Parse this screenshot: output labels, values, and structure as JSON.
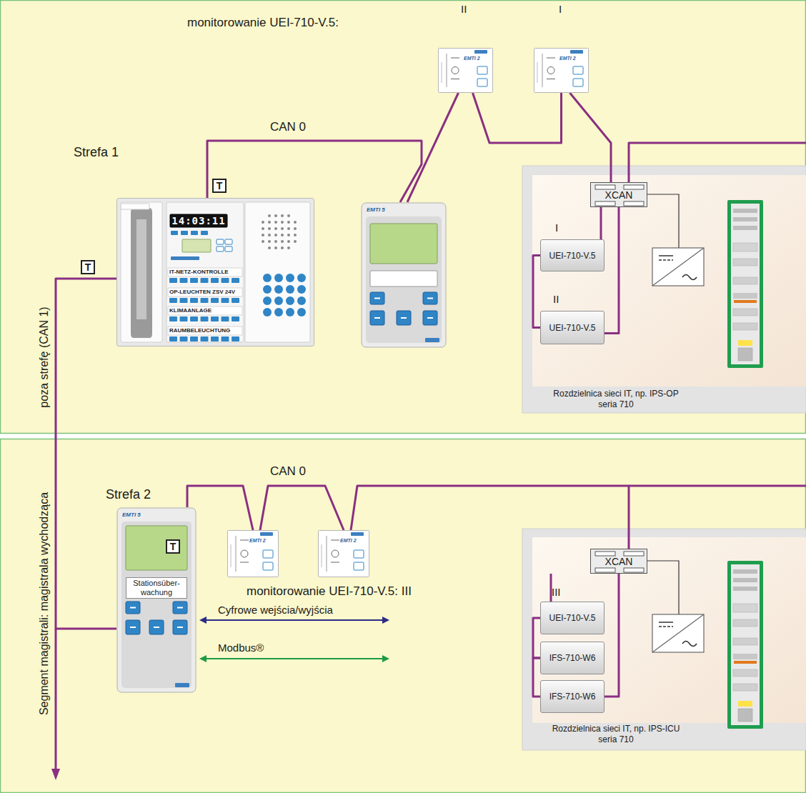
{
  "diagram": {
    "nodes": [
      {
        "text": [
          "Strefa 1"
        ]
      },
      {
        "text": [
          "14:03:11",
          "IT-NETZ-KONTROLLE",
          "OP-LEUCHTEN ZSV 24V",
          "KLIMAANLAGE",
          "RAUMBELEUCHTUNG"
        ],
        "in": 0
      },
      {
        "text": [
          "EMTI 5"
        ],
        "in": 0
      },
      {
        "text": [
          "EMTI 2"
        ],
        "in": 0
      },
      {
        "text": [
          "EMTI 2"
        ],
        "in": 0
      },
      {
        "text": [
          "Rozdzielnica sieci IT, np. IPS-OP seria 710"
        ],
        "in": 0
      },
      {
        "text": [
          "XCAN"
        ],
        "in": 5
      },
      {
        "text": [
          "UEI-710-V.5"
        ],
        "in": 5
      },
      {
        "text": [
          "UEI-710-V.5"
        ],
        "in": 5
      },
      {
        "text": [
          "Strefa 2"
        ]
      },
      {
        "text": [
          "EMTI 5",
          "Stationsüber- wachung"
        ],
        "in": 9
      },
      {
        "text": [
          "EMTI 2"
        ],
        "in": 9
      },
      {
        "text": [
          "EMTI 2"
        ],
        "in": 9
      },
      {
        "text": [
          "Rozdzielnica sieci IT, np. IPS-ICU seria 710"
        ],
        "in": 9
      },
      {
        "text": [
          "XCAN"
        ],
        "in": 13
      },
      {
        "text": [
          "UEI-710-V.5"
        ],
        "in": 13
      },
      {
        "text": [
          "IFS-710-W6"
        ],
        "in": 13
      },
      {
        "text": [
          "IFS-710-W6"
        ],
        "in": 13
      }
    ],
    "edges": [
      {
        "from": 1,
        "to": 2,
        "arrow": "none"
      },
      {
        "from": 2,
        "to": 3,
        "arrow": "none"
      },
      {
        "from": 3,
        "to": 4,
        "arrow": "none"
      },
      {
        "from": 4,
        "to": 6,
        "arrow": "none"
      },
      {
        "from": 6,
        "to": 7,
        "arrow": "none"
      },
      {
        "from": 7,
        "to": 8,
        "arrow": "none"
      },
      {
        "from": 8,
        "to": 6,
        "arrow": "none"
      },
      {
        "from": 1,
        "to": 10,
        "arrow": "none"
      },
      {
        "from": 10,
        "to": 11,
        "arrow": "none"
      },
      {
        "from": 11,
        "to": 12,
        "arrow": "none"
      },
      {
        "from": 12,
        "to": 14,
        "arrow": "none"
      },
      {
        "from": 14,
        "to": 15,
        "arrow": "none"
      },
      {
        "from": 15,
        "to": 16,
        "arrow": "none"
      },
      {
        "from": 16,
        "to": 17,
        "arrow": "none"
      },
      {
        "from": 17,
        "to": 14,
        "arrow": "none"
      }
    ],
    "labels": [
      "monitorowanie UEI-710-V.5:",
      "II",
      "I",
      "CAN 0",
      "T",
      "T",
      "poza strefę (CAN 1)",
      "I",
      "II",
      "CAN 0",
      "T",
      "monitorowanie UEI-710-V.5: III",
      "III",
      "Cyfrowe wejścia/wyjścia",
      "Modbus®",
      "Segment magistrali: magistrala wychodząca"
    ]
  }
}
